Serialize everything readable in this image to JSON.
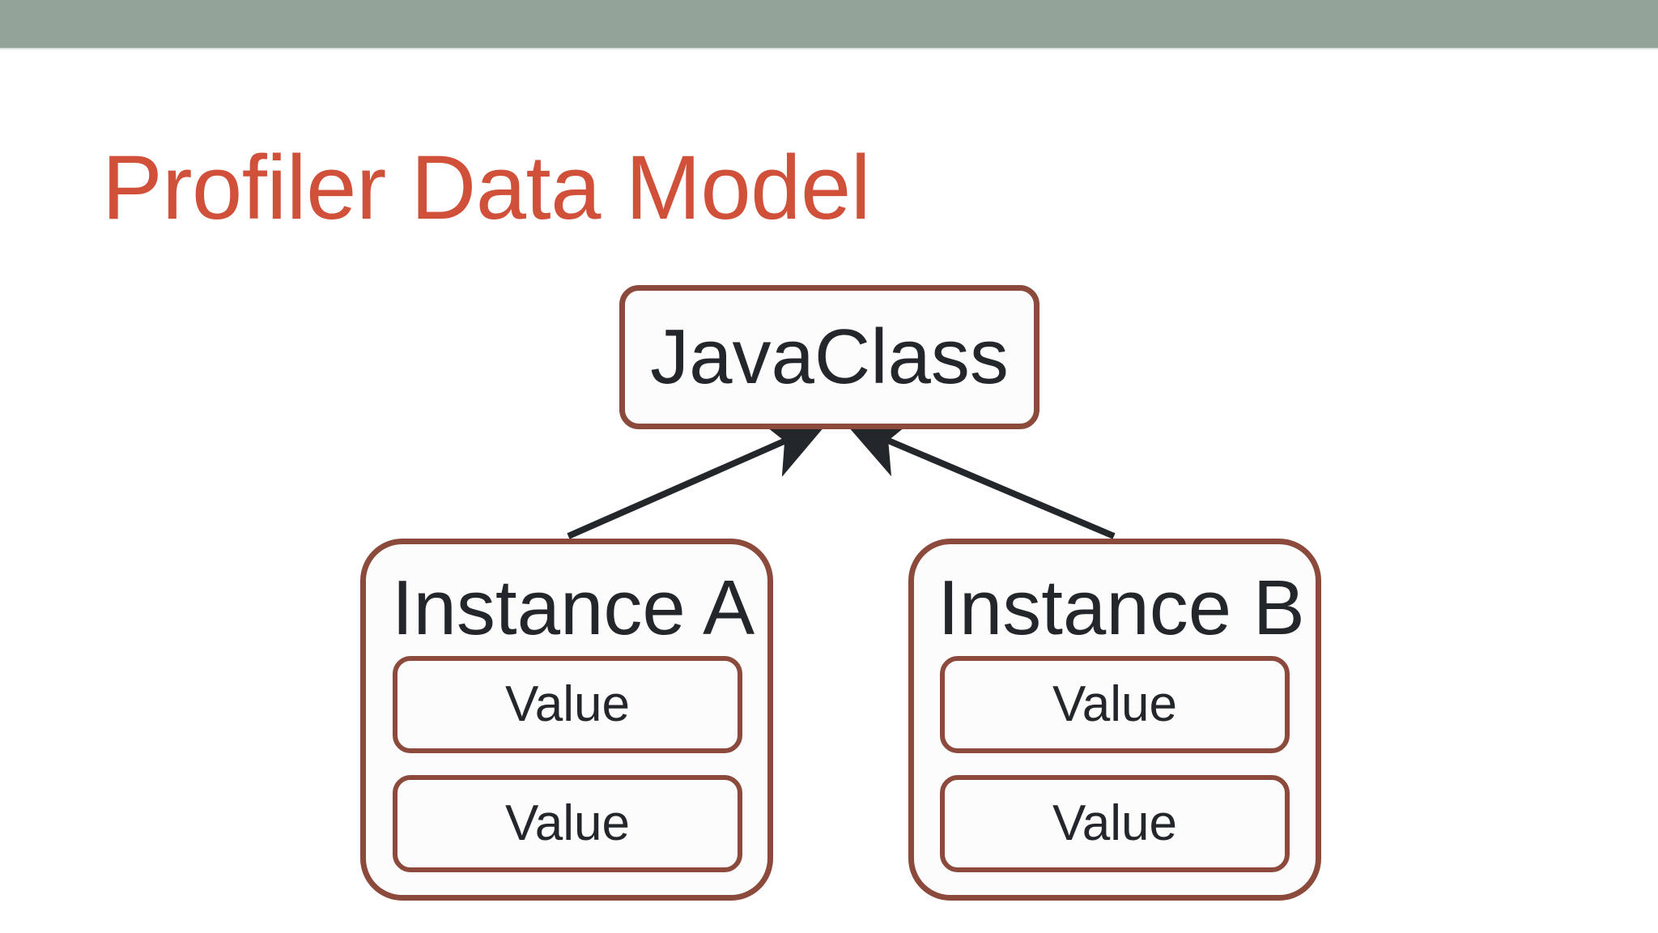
{
  "slide": {
    "title": "Profiler Data Model",
    "title_color": "#d0503a",
    "band_color": "#93a39a",
    "background_color": "#ffffff"
  },
  "theme": {
    "box_border_color": "#8b4a3c",
    "box_fill_color": "#fdfcfc",
    "node_text_color": "#23262b",
    "arrow_color": "#23262b"
  },
  "diagram": {
    "type": "class-instance-relationship",
    "root": {
      "id": "javaclass",
      "label": "JavaClass"
    },
    "instances": [
      {
        "id": "instance-a",
        "label": "Instance A",
        "values": [
          {
            "label": "Value"
          },
          {
            "label": "Value"
          }
        ]
      },
      {
        "id": "instance-b",
        "label": "Instance B",
        "values": [
          {
            "label": "Value"
          },
          {
            "label": "Value"
          }
        ]
      }
    ],
    "edges": [
      {
        "from": "instance-a",
        "to": "javaclass",
        "arrow": "arrowhead-icon"
      },
      {
        "from": "instance-b",
        "to": "javaclass",
        "arrow": "arrowhead-icon"
      }
    ]
  }
}
